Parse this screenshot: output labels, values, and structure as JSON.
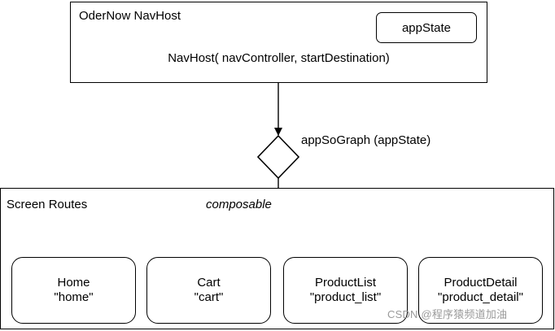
{
  "navhost": {
    "title": "OderNow NavHost",
    "app_state_label": "appState",
    "call_label": "NavHost( navController, startDestination)"
  },
  "graph": {
    "label": "appSoGraph (appState)"
  },
  "routes": {
    "title": "Screen Routes",
    "composable_label": "composable",
    "nodes": [
      {
        "name": "Home",
        "route": "\"home\""
      },
      {
        "name": "Cart",
        "route": "\"cart\""
      },
      {
        "name": "ProductList",
        "route": "\"product_list\""
      },
      {
        "name": "ProductDetail",
        "route": "\"product_detail\""
      }
    ]
  },
  "watermark": {
    "text": "CSDN @程序猿频道加油"
  }
}
